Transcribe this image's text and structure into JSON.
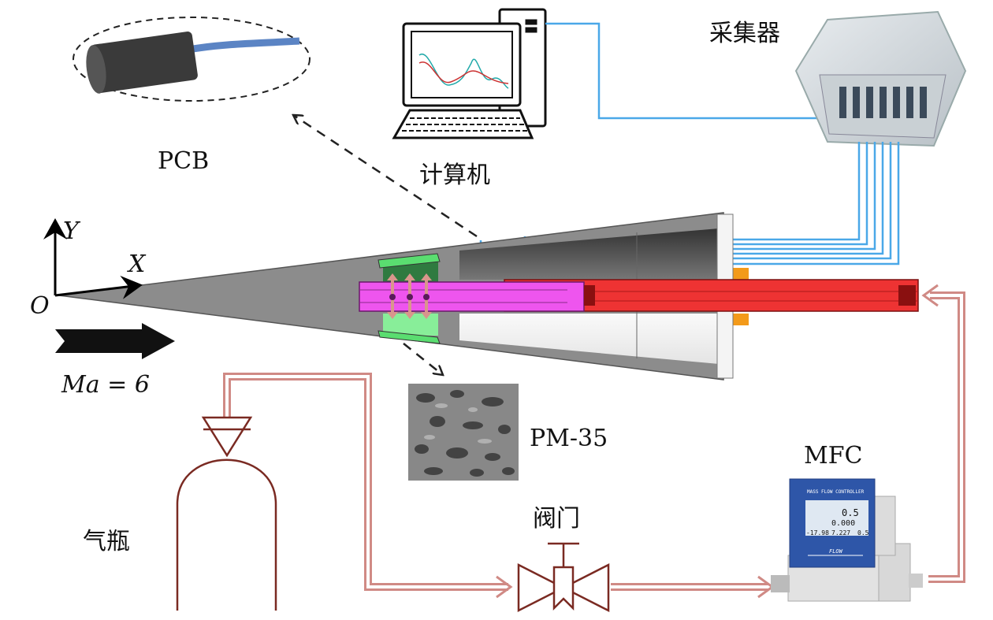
{
  "labels": {
    "pcb": "PCB",
    "computer": "计算机",
    "collector": "采集器",
    "axis_y": "Y",
    "axis_x": "X",
    "origin": "O",
    "mach": "Ma = 6",
    "porous": "PM-35",
    "mfc": "MFC",
    "valve": "阀门",
    "cylinder": "气瓶"
  },
  "mfc_screen": {
    "brand": "MASS FLOW CONTROLLER",
    "value_main": "0.5",
    "value_second": "0.000",
    "bottom_left": "-17.98",
    "bottom_mid": "7.227",
    "bottom_right": "0.5",
    "flow": "FLOW"
  },
  "colors": {
    "signal_cable": "#4aa8e8",
    "gas_pipe": "#d08a85",
    "cone": "#8c8c8c",
    "injector": "#ee55ee",
    "supply_tube": "#ee3333",
    "porous_insert": "#66dd77",
    "bracket": "#f39a1a"
  }
}
